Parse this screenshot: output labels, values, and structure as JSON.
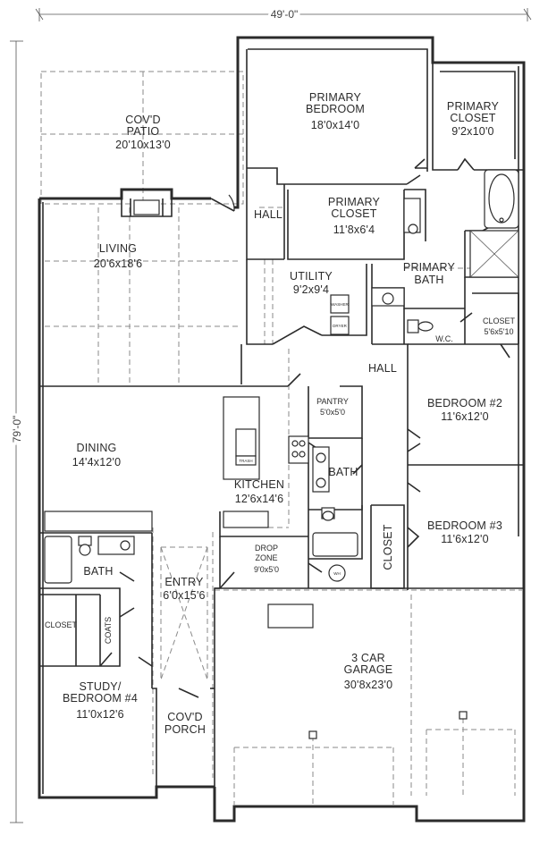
{
  "dimensions": {
    "width": "49'-0\"",
    "height": "79'-0\""
  },
  "rooms": {
    "covd_patio": {
      "name_line1": "COV'D",
      "name_line2": "PATIO",
      "size": "20'10x13'0"
    },
    "primary_bedroom": {
      "name_line1": "PRIMARY",
      "name_line2": "BEDROOM",
      "size": "18'0x14'0"
    },
    "primary_closet_top": {
      "name_line1": "PRIMARY",
      "name_line2": "CLOSET",
      "size": "9'2x10'0"
    },
    "hall_top": {
      "name": "HALL"
    },
    "primary_closet_mid": {
      "name_line1": "PRIMARY",
      "name_line2": "CLOSET",
      "size": "11'8x6'4"
    },
    "living": {
      "name": "LIVING",
      "size": "20'6x18'6"
    },
    "utility": {
      "name": "UTILITY",
      "size": "9'2x9'4"
    },
    "primary_bath": {
      "name_line1": "PRIMARY",
      "name_line2": "BATH"
    },
    "closet_right": {
      "name": "CLOSET",
      "size": "5'6x5'10"
    },
    "wc": {
      "name": "W.C."
    },
    "hall_mid": {
      "name": "HALL"
    },
    "pantry": {
      "name": "PANTRY",
      "size": "5'0x5'0"
    },
    "bedroom_2": {
      "name": "BEDROOM #2",
      "size": "11'6x12'0"
    },
    "dining": {
      "name": "DINING",
      "size": "14'4x12'0"
    },
    "kitchen": {
      "name": "KITCHEN",
      "size": "12'6x14'6"
    },
    "bath_mid": {
      "name": "BATH"
    },
    "bedroom_3": {
      "name": "BEDROOM #3",
      "size": "11'6x12'0"
    },
    "closet_vertical": {
      "name": "CLOSET"
    },
    "bath_left": {
      "name": "BATH"
    },
    "drop_zone": {
      "name_line1": "DROP",
      "name_line2": "ZONE",
      "size": "9'0x5'0"
    },
    "entry": {
      "name": "ENTRY",
      "size": "6'0x15'6"
    },
    "closet_left": {
      "name": "CLOSET"
    },
    "coats": {
      "name": "COATS"
    },
    "garage": {
      "name_line1": "3 CAR",
      "name_line2": "GARAGE",
      "size": "30'8x23'0"
    },
    "study": {
      "name_line1": "STUDY/",
      "name_line2": "BEDROOM #4",
      "size": "11'0x12'6"
    },
    "covd_porch": {
      "name_line1": "COV'D",
      "name_line2": "PORCH"
    }
  },
  "fixture_labels": {
    "washer": "WASHER",
    "dryer": "DRYER",
    "trash": "TRASH",
    "water_heater": "WH"
  }
}
